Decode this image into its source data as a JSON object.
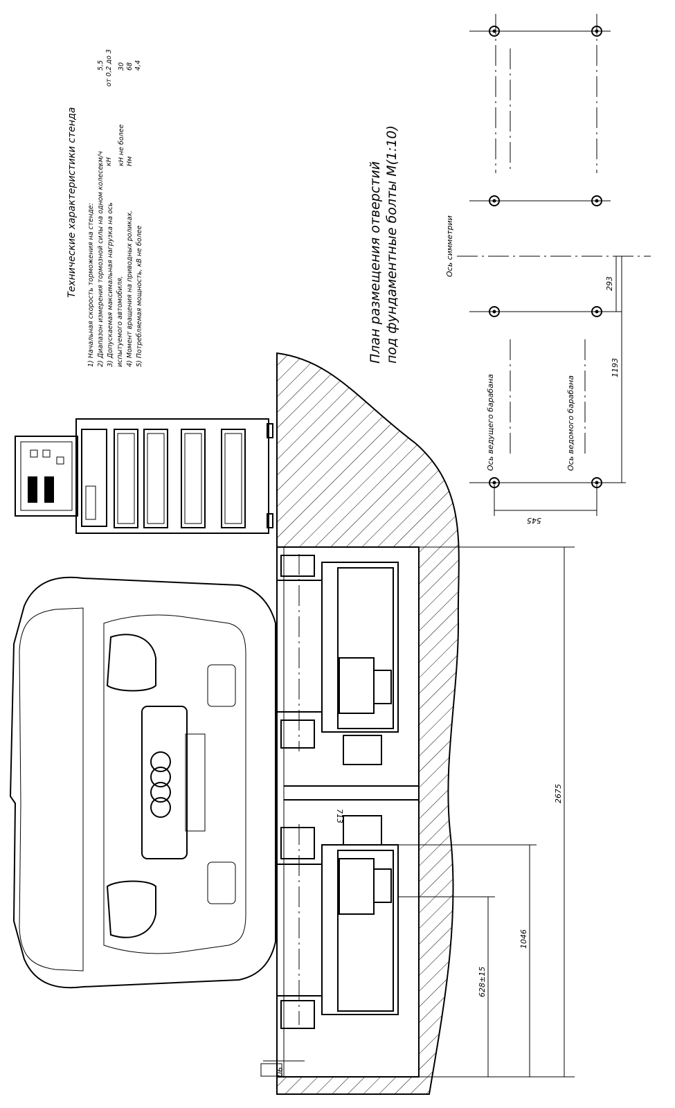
{
  "spec": {
    "title": "Технические характеристики стенда",
    "items": [
      {
        "label": "1)   Начальная скорость торможения  на стенде:",
        "unit": "км/ч",
        "value": "5,5"
      },
      {
        "label": "2)  Диапазон измерения тормозной силы на одном колесе,",
        "unit": "кН",
        "value": "от 0,2 до 3"
      },
      {
        "label": "3)  Допускаемая максимальная нагрузка на ось",
        "unit": "",
        "value": ""
      },
      {
        "label": "испытуемого автомобиля,",
        "unit": "кН не более",
        "value": "30"
      },
      {
        "label": "4)  Момент вращения на приводных роликах,",
        "unit": "Нм",
        "value": "68"
      },
      {
        "label": "5)  Потребляемая мощность, кВ не более",
        "unit": "",
        "value": "4,4"
      }
    ]
  },
  "plan": {
    "title_line1": "План размещения отверстий",
    "title_line2": "под фундаментные болты М(1:10)",
    "axis_symmetry": "Ось симметрии",
    "axis_driving": "Ось ведущего барабана",
    "axis_driven": "Ось ведомого барабана",
    "dim_293": "293",
    "dim_1193": "1193",
    "dim_545": "545"
  },
  "main": {
    "dim_2675": "2675",
    "dim_1046": "1046",
    "dim_628": "628±15",
    "dim_713": "713",
    "dim_90": "90"
  }
}
